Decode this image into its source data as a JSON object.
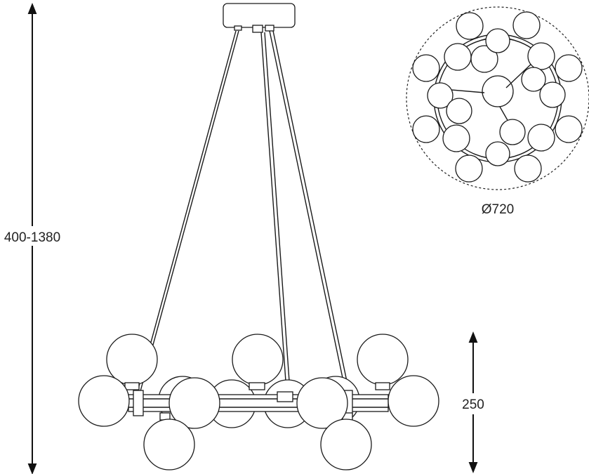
{
  "dimensions": {
    "height": "400-1380",
    "diameter": "Ø720",
    "depth": "250"
  }
}
